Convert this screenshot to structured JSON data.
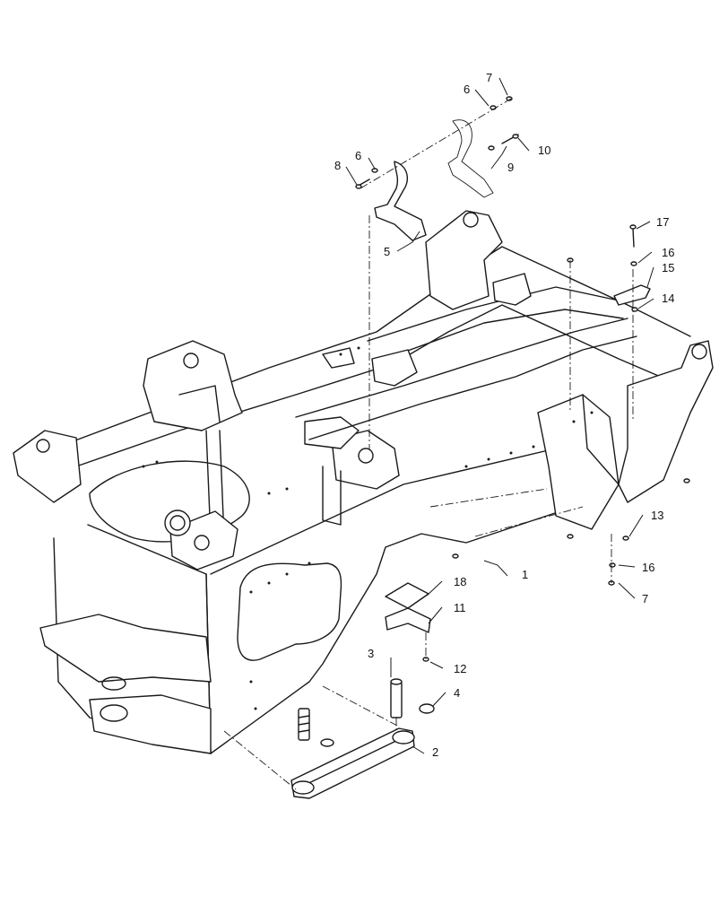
{
  "figure": {
    "callouts": [
      {
        "id": "c1",
        "label": "1"
      },
      {
        "id": "c2",
        "label": "2"
      },
      {
        "id": "c3",
        "label": "3"
      },
      {
        "id": "c4",
        "label": "4"
      },
      {
        "id": "c5",
        "label": "5"
      },
      {
        "id": "c6a",
        "label": "6"
      },
      {
        "id": "c6b",
        "label": "6"
      },
      {
        "id": "c7a",
        "label": "7"
      },
      {
        "id": "c7b",
        "label": "7"
      },
      {
        "id": "c8",
        "label": "8"
      },
      {
        "id": "c9",
        "label": "9"
      },
      {
        "id": "c10",
        "label": "10"
      },
      {
        "id": "c11",
        "label": "11"
      },
      {
        "id": "c12",
        "label": "12"
      },
      {
        "id": "c13",
        "label": "13"
      },
      {
        "id": "c14",
        "label": "14"
      },
      {
        "id": "c15",
        "label": "15"
      },
      {
        "id": "c16a",
        "label": "16"
      },
      {
        "id": "c16b",
        "label": "16"
      },
      {
        "id": "c17",
        "label": "17"
      },
      {
        "id": "c18",
        "label": "18"
      }
    ]
  }
}
